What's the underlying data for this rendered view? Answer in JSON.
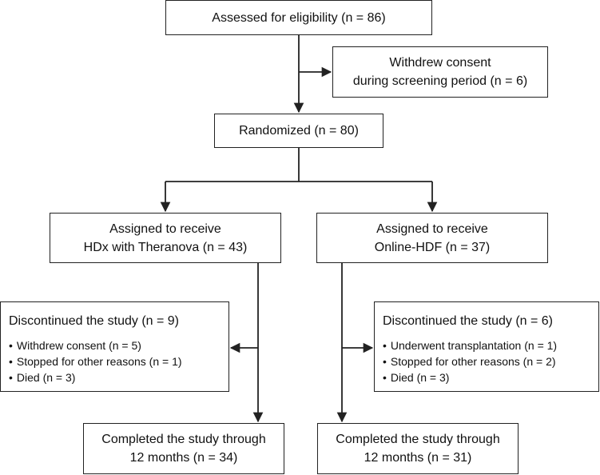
{
  "flow": {
    "assessed": [
      "Assessed for eligibility (n = 86)"
    ],
    "withdrew": [
      "Withdrew consent",
      "during screening period (n = 6)"
    ],
    "randomized": [
      "Randomized (n = 80)"
    ],
    "assigned_hdx": [
      "Assigned to receive",
      "HDx with Theranova (n = 43)"
    ],
    "assigned_hdf": [
      "Assigned to receive",
      "Online-HDF (n = 37)"
    ],
    "discontinued_hdx": {
      "heading": "Discontinued the study (n = 9)",
      "items": [
        "Withdrew consent (n = 5)",
        "Stopped for other reasons (n = 1)",
        "Died (n = 3)"
      ]
    },
    "discontinued_hdf": {
      "heading": "Discontinued the study (n = 6)",
      "items": [
        "Underwent transplantation (n = 1)",
        "Stopped for other reasons (n = 2)",
        "Died (n = 3)"
      ]
    },
    "completed_hdx": [
      "Completed the study through",
      "12 months (n = 34)"
    ],
    "completed_hdf": [
      "Completed the study through",
      "12 months (n = 31)"
    ]
  },
  "colors": {
    "line": "#222222",
    "text": "#111111",
    "background": "#ffffff"
  }
}
